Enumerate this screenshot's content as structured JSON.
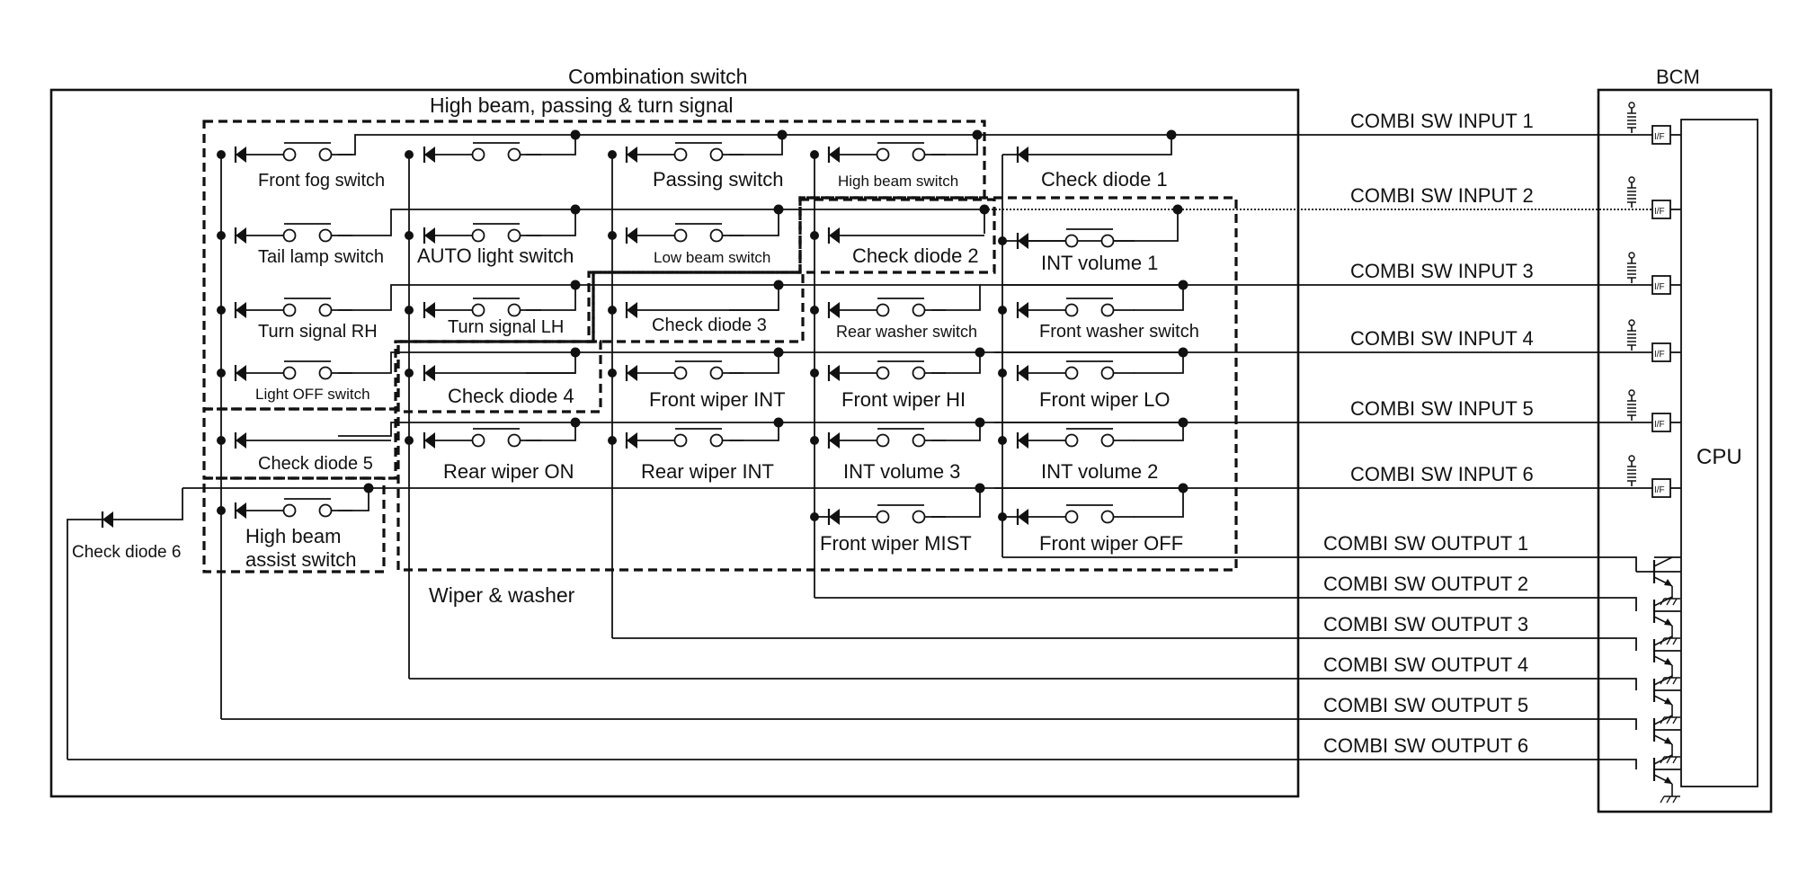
{
  "diagram": {
    "title_combination_switch": "Combination switch",
    "title_bcm": "BCM",
    "group_high_beam": "High beam, passing & turn signal",
    "group_wiper": "Wiper & washer",
    "cpu_label": "CPU",
    "if_label": "I/F",
    "inputs": [
      "COMBI SW INPUT 1",
      "COMBI SW INPUT 2",
      "COMBI SW INPUT 3",
      "COMBI SW INPUT 4",
      "COMBI SW INPUT 5",
      "COMBI SW INPUT 6"
    ],
    "outputs": [
      "COMBI SW OUTPUT 1",
      "COMBI SW OUTPUT 2",
      "COMBI SW OUTPUT 3",
      "COMBI SW OUTPUT 4",
      "COMBI SW OUTPUT 5",
      "COMBI SW OUTPUT 6"
    ],
    "switches": [
      "Front fog switch",
      "Passing switch",
      "High beam switch",
      "Check diode 1",
      "Tail lamp switch",
      "AUTO light switch",
      "Low beam switch",
      "Check diode 2",
      "INT volume 1",
      "Turn signal RH",
      "Turn signal LH",
      "Check diode 3",
      "Rear washer switch",
      "Front washer switch",
      "Light OFF switch",
      "Check diode 4",
      "Front wiper INT",
      "Front wiper HI",
      "Front wiper LO",
      "Check diode 5",
      "Rear wiper ON",
      "Rear wiper INT",
      "INT volume 3",
      "INT volume 2",
      "High beam",
      "assist switch",
      "Check diode 6",
      "Front wiper MIST",
      "Front wiper OFF"
    ]
  }
}
